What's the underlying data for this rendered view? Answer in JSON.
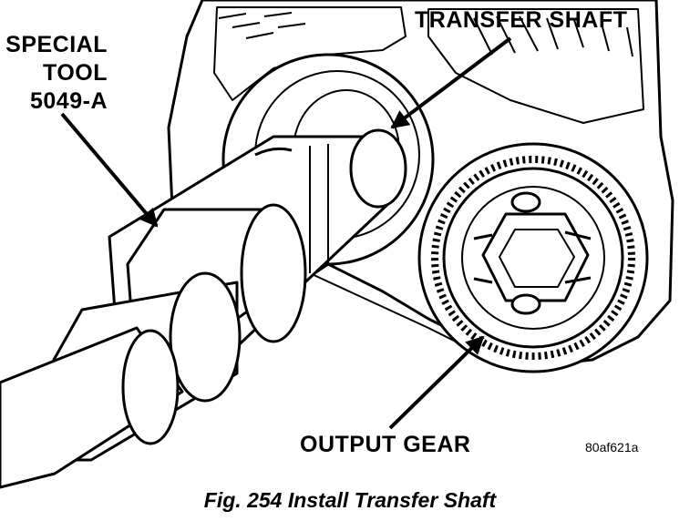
{
  "figure": {
    "callouts": {
      "special_tool": [
        "SPECIAL",
        "TOOL",
        "5049-A"
      ],
      "transfer_shaft": "TRANSFER SHAFT",
      "output_gear": "OUTPUT GEAR"
    },
    "image_code": "80af621a",
    "caption": "Fig. 254 Install Transfer Shaft"
  },
  "colors": {
    "ink": "#000000",
    "paper": "#ffffff"
  }
}
